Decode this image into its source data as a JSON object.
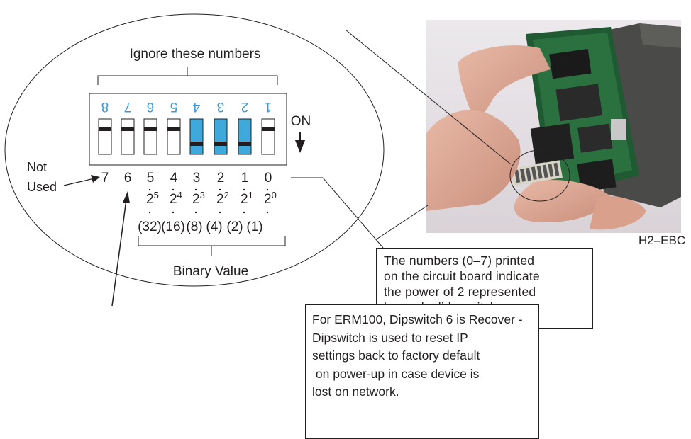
{
  "header": {
    "ignore_label": "Ignore these numbers"
  },
  "switch_numbers": [
    "8",
    "7",
    "6",
    "5",
    "4",
    "3",
    "2",
    "1"
  ],
  "on_label": "ON",
  "switch_states": [
    false,
    false,
    false,
    false,
    true,
    true,
    true,
    false
  ],
  "colors": {
    "on_fill": "#3fa9dc",
    "text": "#231f20",
    "blue_numbers": "#3a9ad9"
  },
  "not_used_label": {
    "line1": "Not",
    "line2": "Used"
  },
  "board_numbers": [
    "7",
    "6",
    "5",
    "4",
    "3",
    "2",
    "1",
    "0"
  ],
  "powers": [
    {
      "base": "2",
      "exp": "5"
    },
    {
      "base": "2",
      "exp": "4"
    },
    {
      "base": "2",
      "exp": "3"
    },
    {
      "base": "2",
      "exp": "2"
    },
    {
      "base": "2",
      "exp": "1"
    },
    {
      "base": "2",
      "exp": "0"
    }
  ],
  "values": [
    "(32)",
    "(16)",
    "(8)",
    "(4)",
    "(2)",
    "(1)"
  ],
  "binary_value_label": "Binary Value",
  "photo_caption": "H2–EBC",
  "info_box": {
    "lines": [
      "The numbers (0–7) printed",
      "on the circuit board indicate",
      "the power of 2 represented",
      "by each slide switch."
    ]
  },
  "note_box": {
    "lines": [
      "For ERM100, Dipswitch 6 is Recover -",
      "Dipswitch is used to reset IP",
      "settings back to factory default",
      " on power-up in case device is",
      "lost on network."
    ]
  }
}
